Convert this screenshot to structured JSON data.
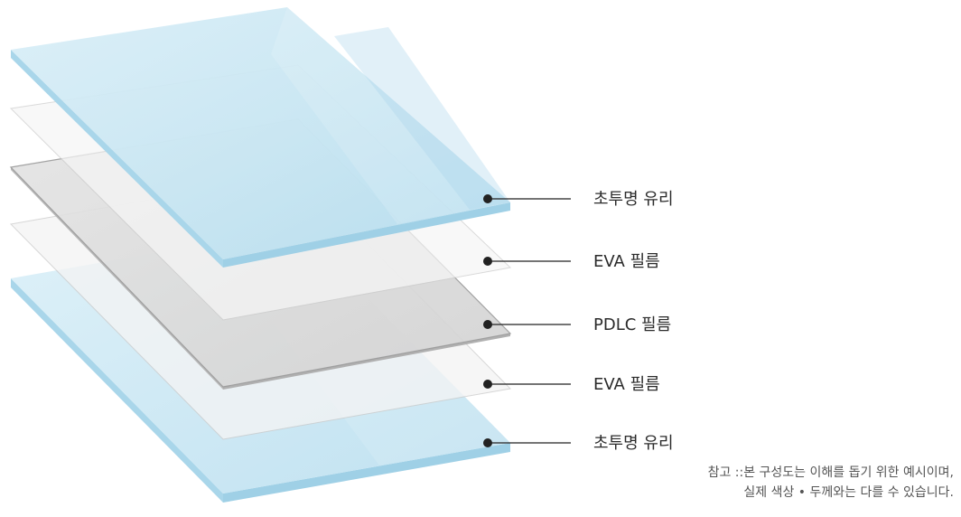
{
  "layers": [
    {
      "label": "초투명 유리",
      "material": "glass"
    },
    {
      "label": "EVA 필름",
      "material": "film"
    },
    {
      "label": "PDLC 필름",
      "material": "pdlc"
    },
    {
      "label": "EVA 필름",
      "material": "film"
    },
    {
      "label": "초투명 유리",
      "material": "glass"
    }
  ],
  "note": {
    "line1": "참고 ::본 구성도는 이해를 돕기 위한 예시이며,",
    "line2": "실제 색상 • 두께와는 다를 수 있습니다."
  },
  "colors": {
    "glass_top": "#cfe9f4",
    "glass_face": "#bfe2f1",
    "glass_edge": "#a9d6ea",
    "film": "#f3f3f3",
    "film_stroke": "#cfcfcf",
    "pdlc": "#dcdcdc",
    "pdlc_stroke": "#9a9a9a",
    "leader": "#222222",
    "label": "#2b2b2b"
  }
}
